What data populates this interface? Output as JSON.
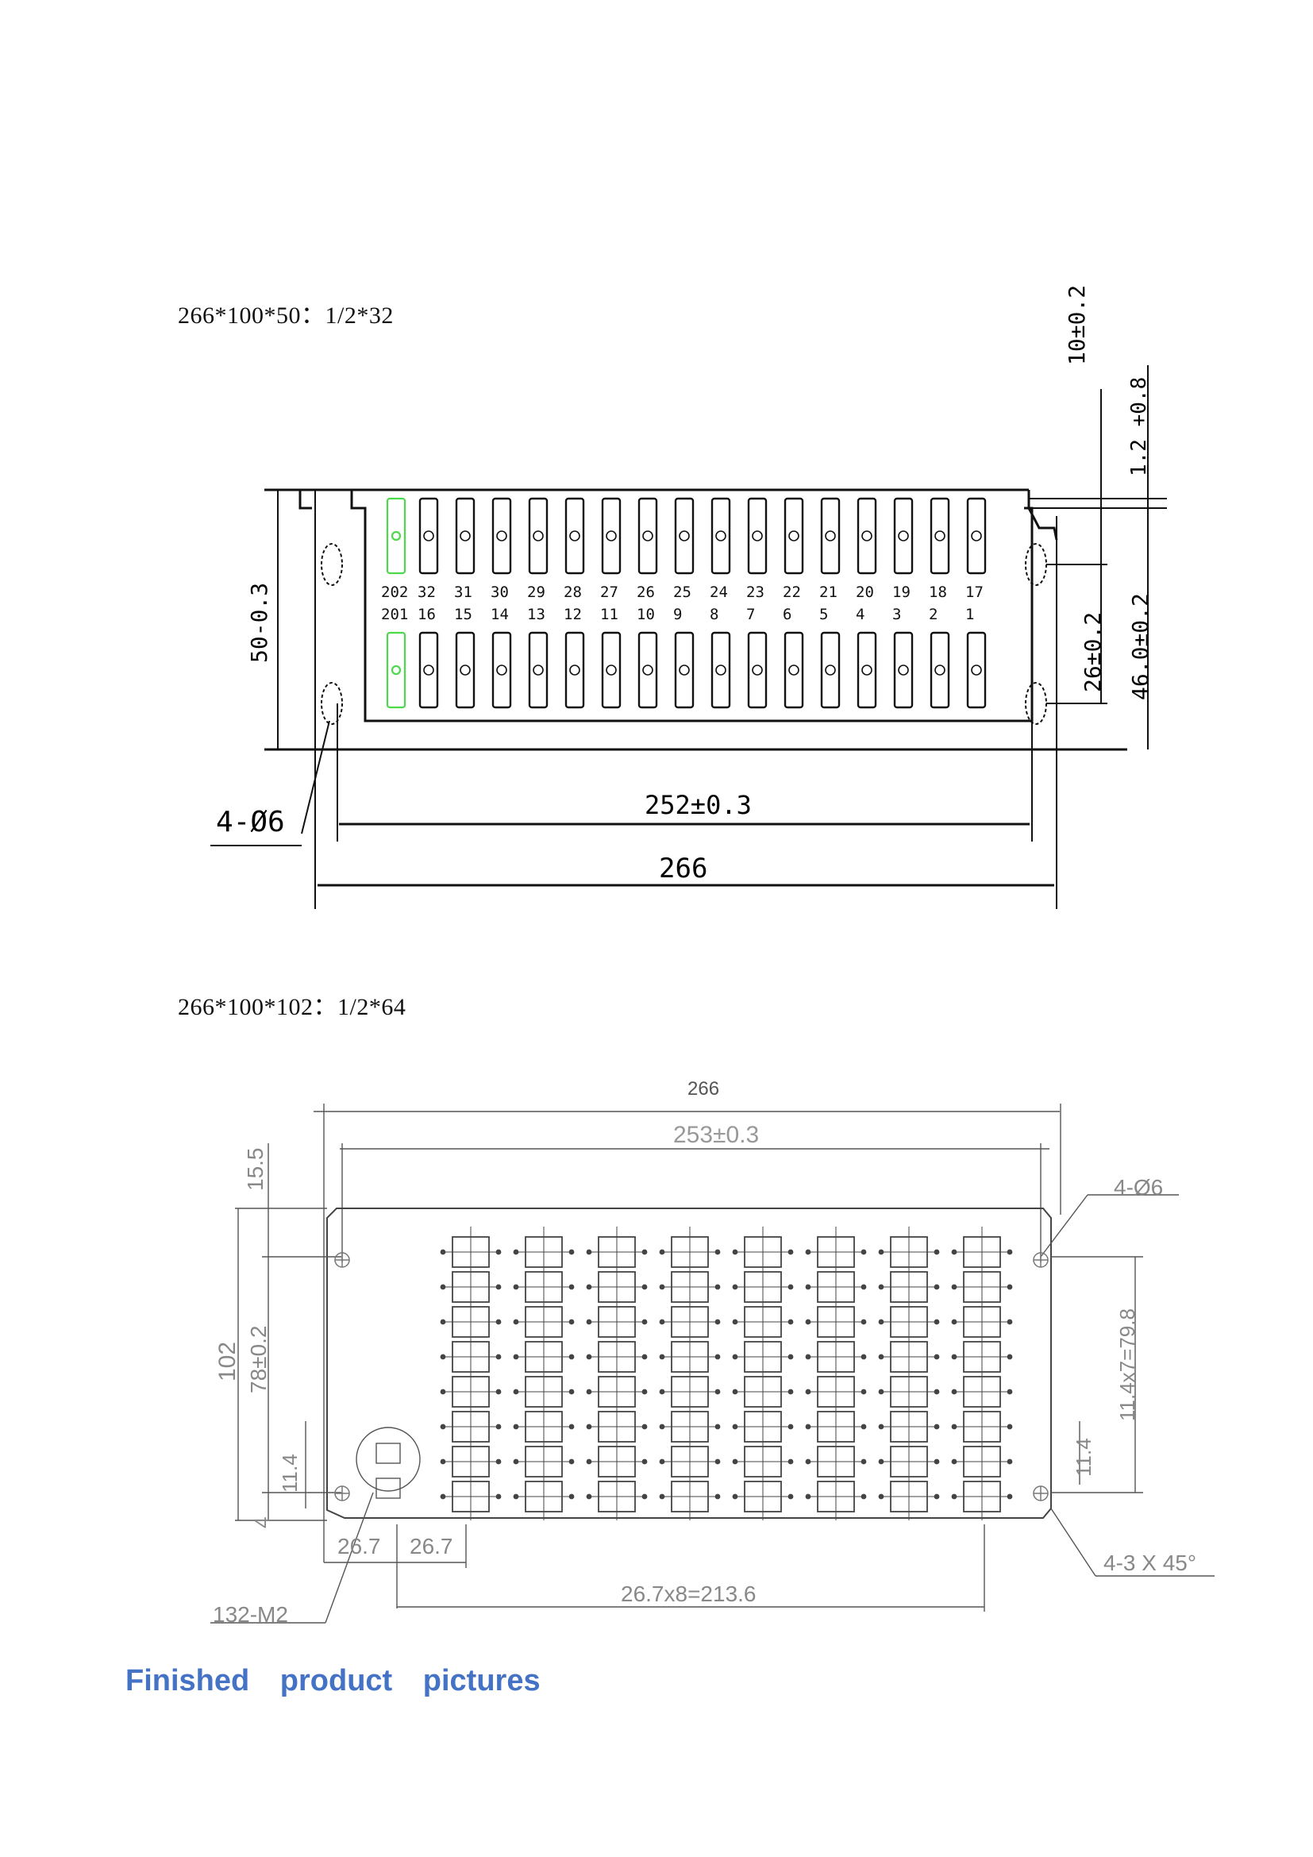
{
  "drawing1": {
    "caption": "266*100*50：1/2*32",
    "dims": {
      "top_offset": "10±0.2",
      "flange": "1.2 +0.8",
      "hole_pitch_v": "26±0.2",
      "inner_height": "46.0±0.2",
      "height": "50-0.3",
      "holes": "4-Ø6",
      "hole_pitch_h": "252±0.3",
      "width": "266"
    },
    "top_row_labels": [
      "202",
      "32",
      "31",
      "30",
      "29",
      "28",
      "27",
      "26",
      "25",
      "24",
      "23",
      "22",
      "21",
      "20",
      "19",
      "18",
      "17"
    ],
    "bottom_row_labels": [
      "201",
      "16",
      "15",
      "14",
      "13",
      "12",
      "11",
      "10",
      "9",
      "8",
      "7",
      "6",
      "5",
      "4",
      "3",
      "2",
      "1"
    ],
    "highlight_color": "#4cd94c"
  },
  "drawing2": {
    "caption": "266*100*102：1/2*64",
    "dims": {
      "width": "266",
      "hole_pitch_h": "253±0.3",
      "top_margin": "15.5",
      "height": "102",
      "hole_pitch_v": "78±0.2",
      "row_pitch_left": "11.4",
      "bottom_margin": "4",
      "col_pitch_a": "26.7",
      "col_pitch_b": "26.7",
      "screws": "132-M2",
      "col_total": "26.7x8=213.6",
      "holes": "4-Ø6",
      "row_total": "11.4x7=79.8",
      "row_pitch_right": "11.4",
      "chamfer": "4-3 X 45°"
    },
    "columns": 8,
    "rows": 8
  },
  "section_heading": "Finished product pictures"
}
